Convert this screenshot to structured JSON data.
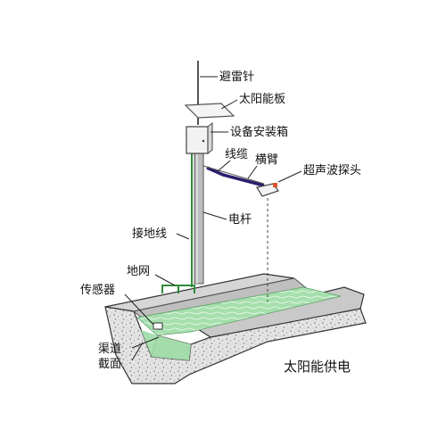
{
  "labels": {
    "lightning_rod": "避雷针",
    "solar_panel": "太阳能板",
    "equipment_box": "设备安装箱",
    "cable": "线缆",
    "cross_arm": "横臂",
    "ultrasonic_probe": "超声波探头",
    "pole": "电杆",
    "ground_wire": "接地线",
    "ground_grid": "地网",
    "sensor": "传感器",
    "channel_section_line1": "渠道",
    "channel_section_line2": "截面",
    "caption": "太阳能供电"
  },
  "colors": {
    "pole": "#bdbdbd",
    "ground_wire": "#2e8b3a",
    "cable": "#2a1f6e",
    "concrete": "#cfcfcf",
    "water": "#9fdca6",
    "probe_marker": "#e0522a"
  }
}
